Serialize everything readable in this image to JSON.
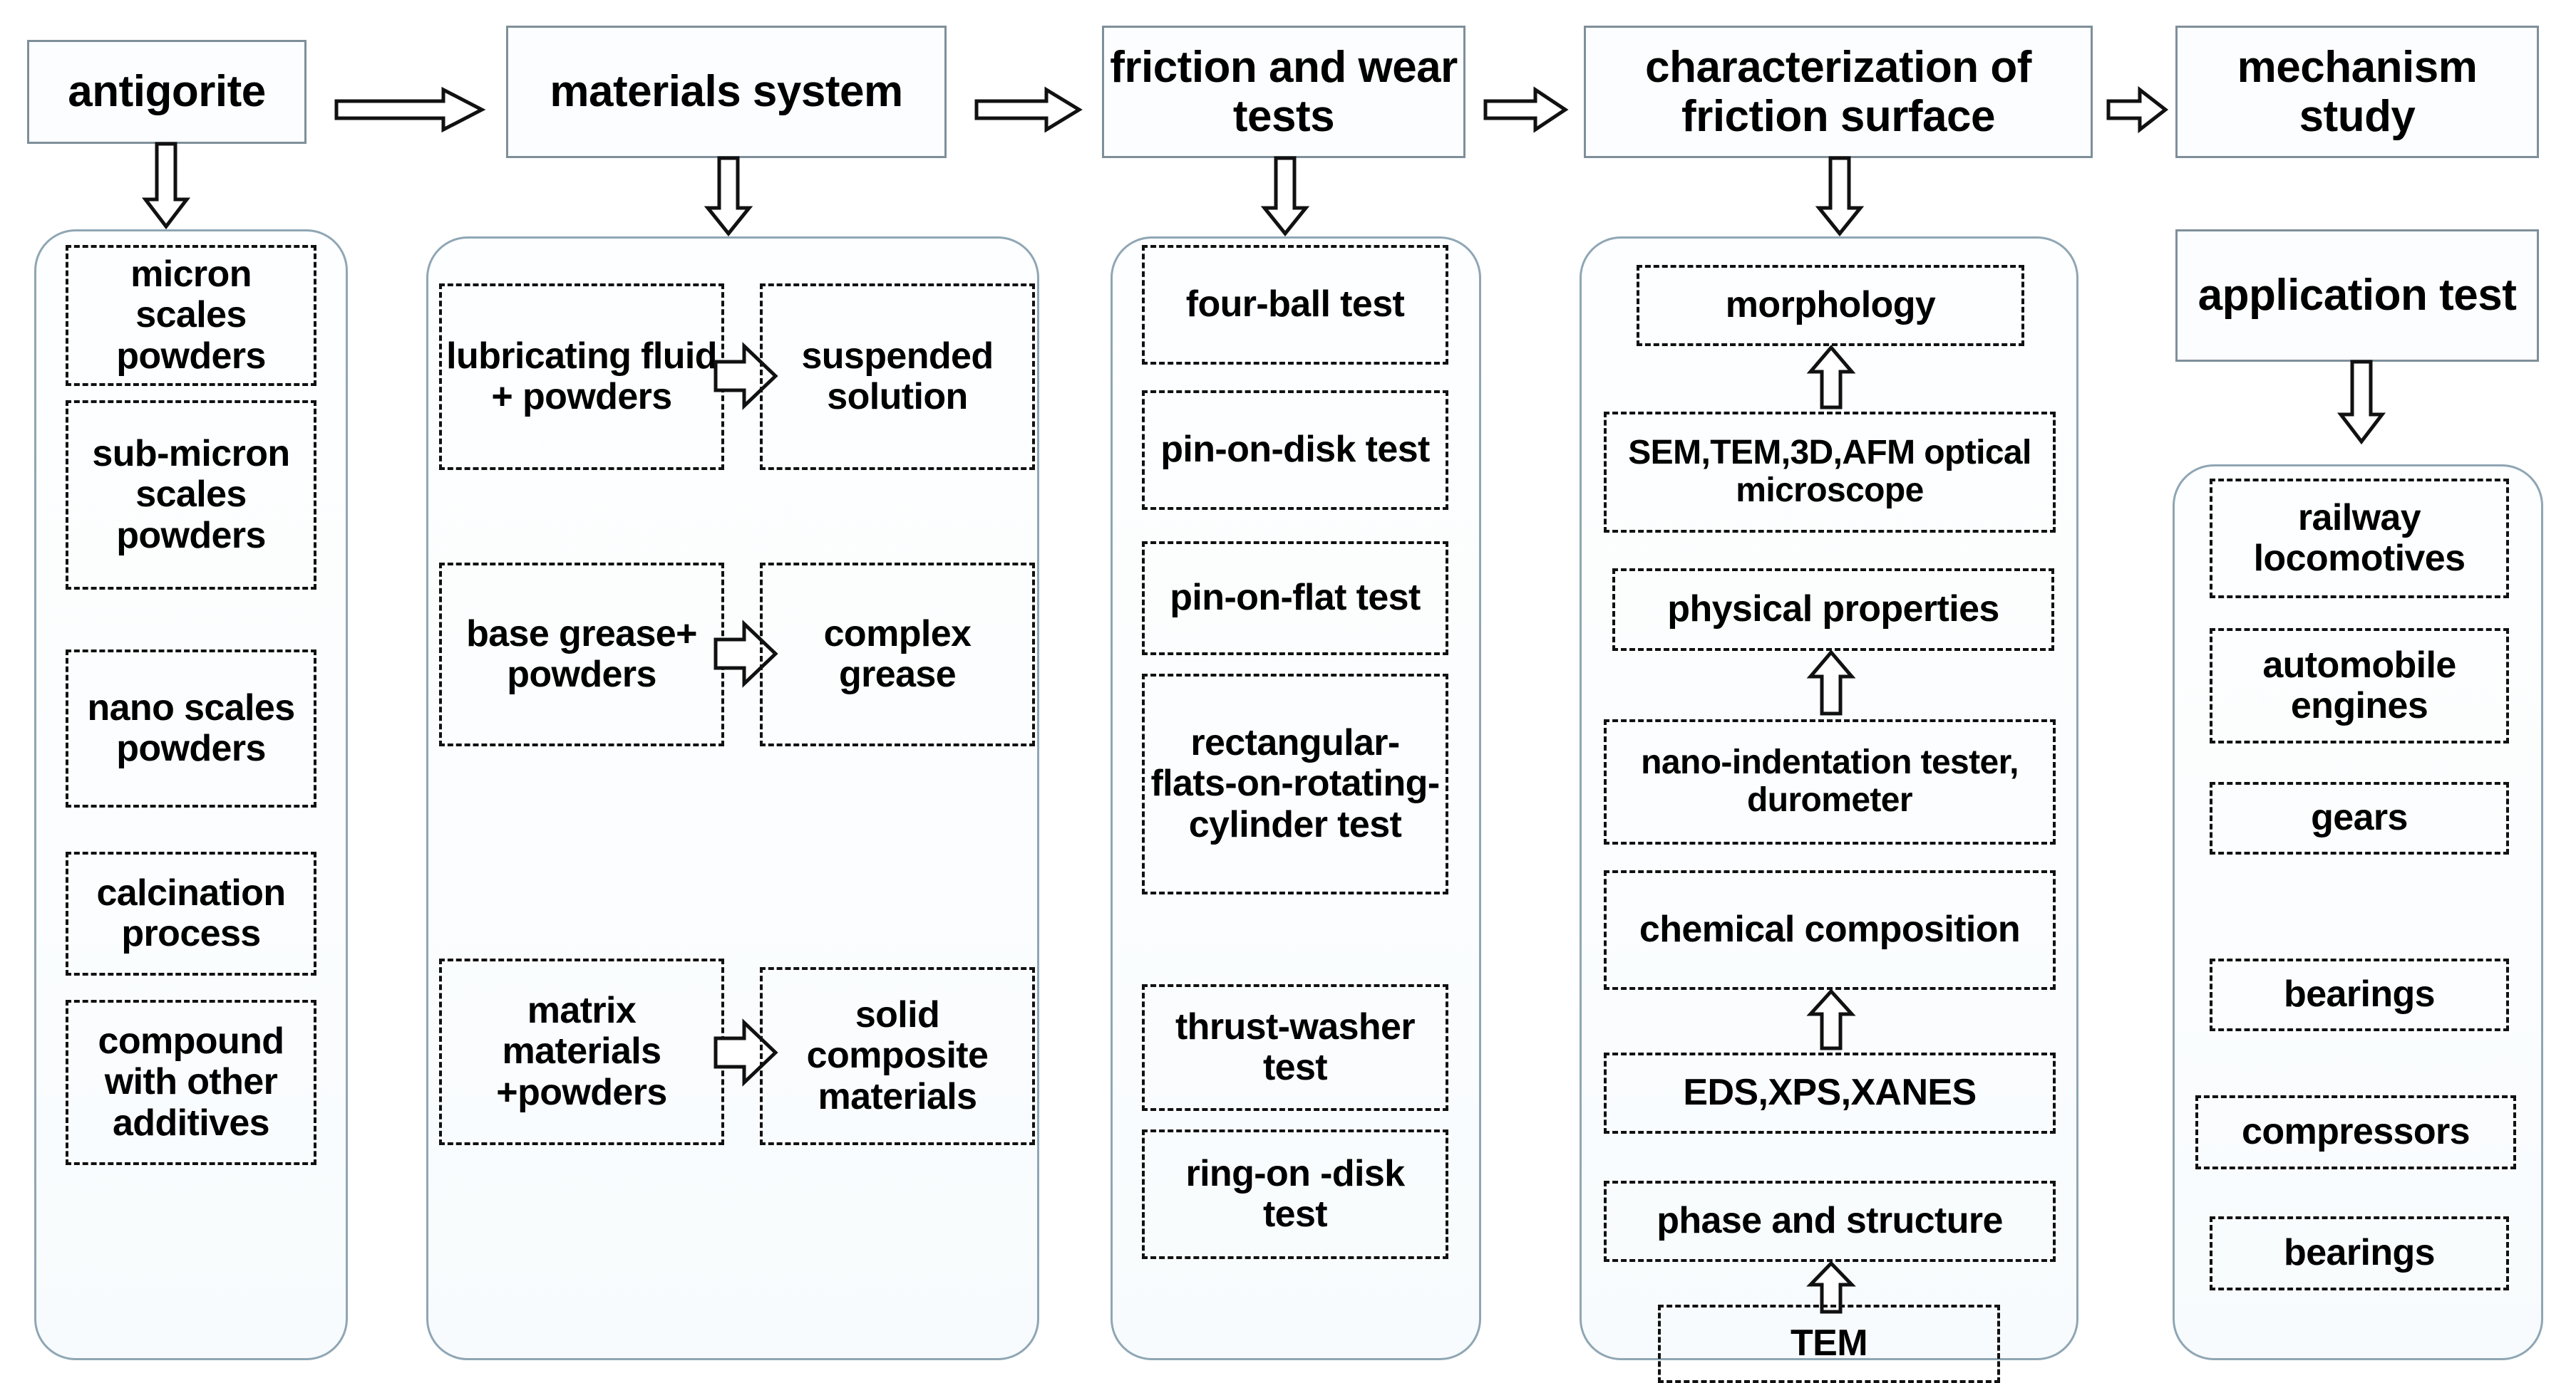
{
  "diagram": {
    "title_flow": [
      "antigorite",
      "materials system",
      "friction and wear tests",
      "characterization of friction surface",
      "mechanism study"
    ],
    "colors": {
      "header_border": "#7e8f99",
      "panel_border": "#8fa6b4",
      "dashed_border": "#111111",
      "background": "#ffffff",
      "panel_fill": "#fbfdfe"
    }
  },
  "columns": [
    {
      "id": "antigorite",
      "header": "antigorite",
      "items": [
        {
          "label": "micron scales powders"
        },
        {
          "label": "sub-micron scales powders"
        },
        {
          "label": "nano scales powders"
        },
        {
          "label": "calcination process"
        },
        {
          "label": "compound with other additives"
        }
      ]
    },
    {
      "id": "materials-system",
      "header": "materials system",
      "pairs": [
        {
          "from": "lubricating fluid + powders",
          "to": "suspended solution"
        },
        {
          "from": "base grease+ powders",
          "to": "complex grease"
        },
        {
          "from": "matrix materials +powders",
          "to": "solid composite materials"
        }
      ]
    },
    {
      "id": "friction-and-wear-tests",
      "header": "friction and wear tests",
      "items": [
        {
          "label": "four-ball test"
        },
        {
          "label": "pin-on-disk test"
        },
        {
          "label": "pin-on-flat test"
        },
        {
          "label": "rectangular-flats-on-rotating-cylinder test"
        },
        {
          "label": "thrust-washer test"
        },
        {
          "label": "ring-on -disk test"
        }
      ]
    },
    {
      "id": "characterization-of-friction-surface",
      "header": "characterization of friction surface",
      "items": [
        {
          "label": "morphology"
        },
        {
          "label": "SEM,TEM,3D,AFM optical microscope"
        },
        {
          "label": "physical properties"
        },
        {
          "label": "nano-indentation tester, durometer"
        },
        {
          "label": "chemical composition"
        },
        {
          "label": "EDS,XPS,XANES"
        },
        {
          "label": "phase and structure"
        },
        {
          "label": "TEM"
        }
      ]
    },
    {
      "id": "mechanism-study",
      "header": "mechanism study",
      "secondary_header": "application test",
      "items": [
        {
          "label": "railway locomotives"
        },
        {
          "label": "automobile engines"
        },
        {
          "label": "gears"
        },
        {
          "label": "bearings"
        },
        {
          "label": "compressors"
        },
        {
          "label": "bearings"
        }
      ]
    }
  ],
  "arrows": {
    "horizontal_flow": [
      "antigorite-to-materials",
      "materials-to-friction",
      "friction-to-characterization",
      "characterization-to-mechanism"
    ],
    "vertical_down": [
      "antigorite-down",
      "materials-down",
      "friction-down",
      "characterization-down",
      "application-down"
    ],
    "vertical_up": [
      "sem-to-morphology",
      "nano-to-physical",
      "eds-to-chemical",
      "tem-to-phase"
    ],
    "inner_right": [
      "lubricating-to-suspended",
      "grease-to-complex",
      "matrix-to-solid"
    ]
  }
}
